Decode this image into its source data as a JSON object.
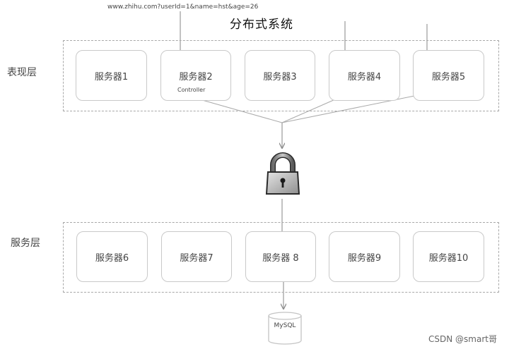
{
  "title": "分布式系统",
  "request_url": "www.zhihu.com?userId=1&name=hst&age=26",
  "presentation_layer": {
    "label": "表现层",
    "servers": [
      "服务器1",
      "服务器2",
      "服务器3",
      "服务器4",
      "服务器5"
    ],
    "controller_label": "Controller"
  },
  "service_layer": {
    "label": "服务层",
    "servers": [
      "服务器6",
      "服务器7",
      "服务器 8",
      "服务器9",
      "服务器10"
    ]
  },
  "database": {
    "label": "MySQL"
  },
  "lock_icon": "padlock-icon",
  "watermark": "CSDN @smart哥",
  "colors": {
    "line": "#999999",
    "border": "#c9c9c9",
    "dashed": "#a8a8a8"
  }
}
